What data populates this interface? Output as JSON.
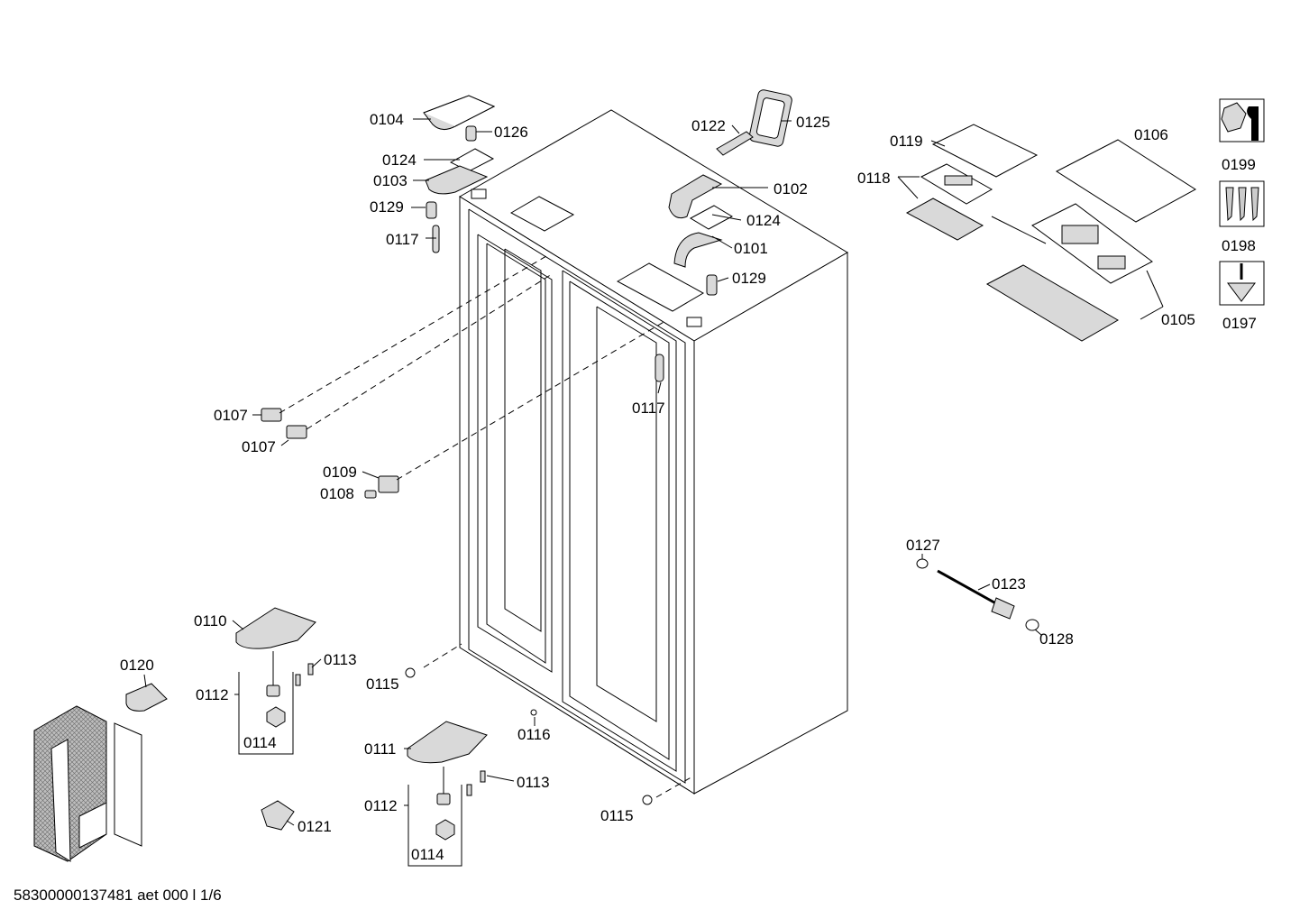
{
  "labels": {
    "p0104": "0104",
    "p0126": "0126",
    "p0124a": "0124",
    "p0103": "0103",
    "p0129a": "0129",
    "p0117a": "0117",
    "p0122": "0122",
    "p0125": "0125",
    "p0102": "0102",
    "p0124b": "0124",
    "p0101": "0101",
    "p0129b": "0129",
    "p0119": "0119",
    "p0118": "0118",
    "p0106": "0106",
    "p0105": "0105",
    "p0199": "0199",
    "p0198": "0198",
    "p0197": "0197",
    "p0107a": "0107",
    "p0107b": "0107",
    "p0117b": "0117",
    "p0109": "0109",
    "p0108": "0108",
    "p0127": "0127",
    "p0123": "0123",
    "p0128": "0128",
    "p0110": "0110",
    "p0113a": "0113",
    "p0120": "0120",
    "p0112a": "0112",
    "p0114a": "0114",
    "p0115a": "0115",
    "p0116": "0116",
    "p0111": "0111",
    "p0113b": "0113",
    "p0112b": "0112",
    "p0114b": "0114",
    "p0121": "0121",
    "p0115b": "0115"
  },
  "icons": {
    "service_kit": "wrench-nut-icon",
    "screws": "screws-icon",
    "screwdriver": "screwdriver-screw-icon"
  },
  "footer": {
    "document_id": "58300000137481 aet 000 l 1/6"
  }
}
